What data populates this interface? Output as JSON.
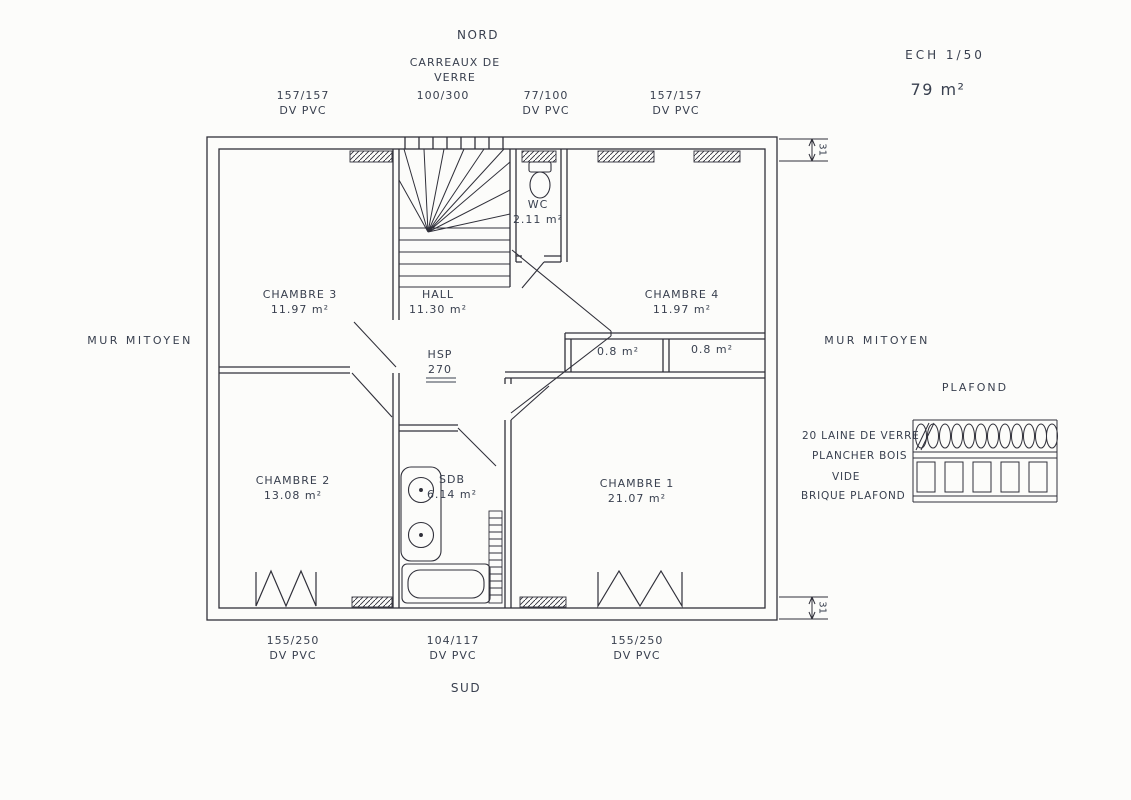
{
  "compass": {
    "north": "NORD",
    "south": "SUD"
  },
  "scale_info": {
    "scale": "ECH 1/50",
    "area": "79 m²"
  },
  "party_wall": {
    "left": "MUR MITOYEN",
    "right": "MUR MITOYEN"
  },
  "windows": {
    "top": [
      {
        "size": "157/157",
        "type": "DV PVC"
      },
      {
        "material": "CARREAUX DE VERRE",
        "size": "100/300"
      },
      {
        "size": "77/100",
        "type": "DV PVC"
      },
      {
        "size": "157/157",
        "type": "DV PVC"
      }
    ],
    "bottom": [
      {
        "size": "155/250",
        "type": "DV PVC"
      },
      {
        "size": "104/117",
        "type": "DV PVC"
      },
      {
        "size": "155/250",
        "type": "DV PVC"
      }
    ]
  },
  "rooms": {
    "chambre3": {
      "name": "CHAMBRE 3",
      "area": "11.97 m²"
    },
    "hall": {
      "name": "HALL",
      "area": "11.30 m²"
    },
    "wc": {
      "name": "WC",
      "area": "2.11 m²"
    },
    "chambre4": {
      "name": "CHAMBRE 4",
      "area": "11.97 m²"
    },
    "closet_a": {
      "area": "0.8 m²"
    },
    "closet_b": {
      "area": "0.8 m²"
    },
    "chambre2": {
      "name": "CHAMBRE 2",
      "area": "13.08 m²"
    },
    "sdb": {
      "name": "SDB",
      "area": "6.14 m²"
    },
    "chambre1": {
      "name": "CHAMBRE 1",
      "area": "21.07 m²"
    }
  },
  "ceiling_height": {
    "label": "HSP",
    "value": "270"
  },
  "dimensions": {
    "wall_thickness": "31"
  },
  "ceiling_detail": {
    "title": "PLAFOND",
    "layers": [
      "20 LAINE DE VERRE",
      "PLANCHER BOIS",
      "VIDE",
      "BRIQUE PLAFOND"
    ]
  }
}
